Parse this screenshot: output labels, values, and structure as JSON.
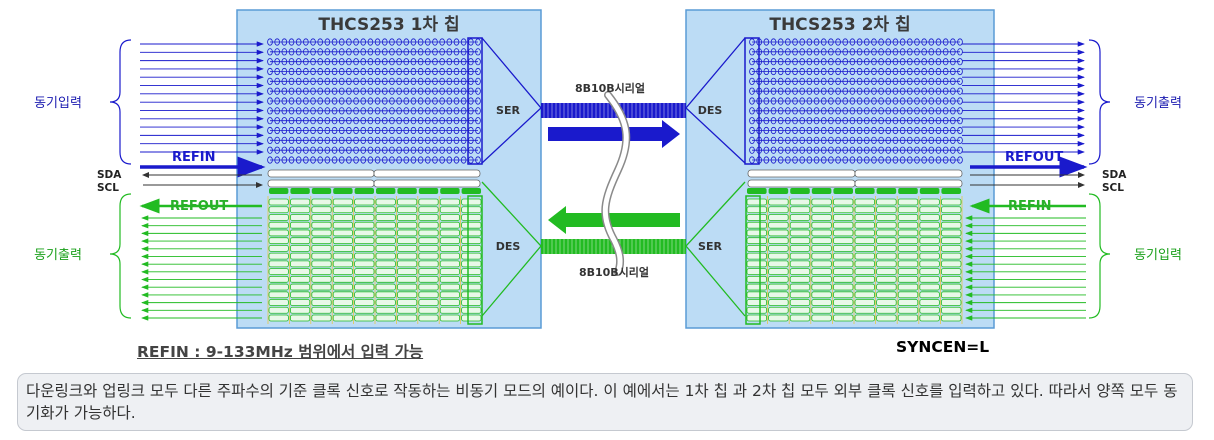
{
  "chip1": {
    "title": "THCS253 1차 칩",
    "ser": "SER",
    "des": "DES"
  },
  "chip2": {
    "title": "THCS253 2차 칩",
    "des": "DES",
    "ser": "SER"
  },
  "left": {
    "sync_in": "동기입력",
    "sync_out": "동기출력",
    "refin": "REFIN",
    "refout": "REFOUT",
    "sda": "SDA",
    "scl": "SCL"
  },
  "right": {
    "sync_out": "동기출력",
    "sync_in": "동기입력",
    "refout": "REFOUT",
    "refin": "REFIN",
    "sda": "SDA",
    "scl": "SCL"
  },
  "cable": {
    "top_label": "8B10B시리얼",
    "bottom_label": "8B10B시리얼"
  },
  "notes": {
    "refin_range": "REFIN : 9-133MHz 범위에서 입력 가능",
    "syncen": "SYNCEN=L"
  },
  "caption": "다운링크와 업링크 모두 다른 주파수의 기준 클록 신호로 작동하는 비동기 모드의 예이다. 이 예에서는 1차 칩 과 2차 칩 모두 외부 클록 신호를 입력하고 있다. 따라서 양쪽 모두 동기화가 가능하다.",
  "colors": {
    "blue": "#1a1acc",
    "green": "#22bb22",
    "chip_fill": "#bcdcf5",
    "chip_border": "#5a9bd5",
    "line_gray": "#999999"
  }
}
